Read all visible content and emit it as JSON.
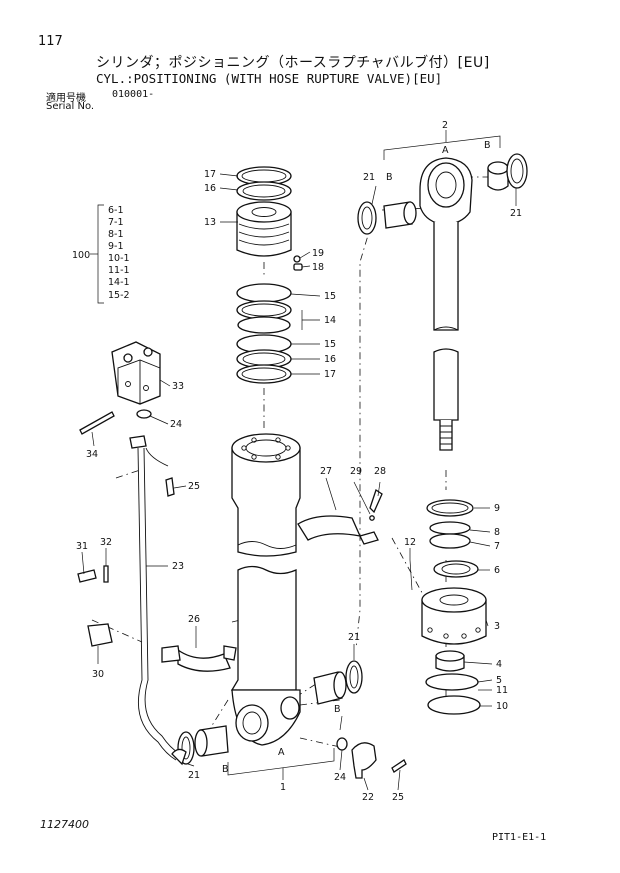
{
  "header": {
    "page_number": "117",
    "title_ja": "シリンダ；ポジショニング（ホースラプチャバルブ付）[EU]",
    "title_en": "CYL.:POSITIONING (WITH HOSE RUPTURE VALVE)[EU]",
    "serial_label_ja": "適用号機",
    "serial_value": "010001-",
    "serial_label_en": "Serial No."
  },
  "footer": {
    "drawing_number": "1127400",
    "page_code": "PIT1-E1-1"
  },
  "kit": {
    "label": "100",
    "items": [
      "6-1",
      "7-1",
      "8-1",
      "9-1",
      "10-1",
      "11-1",
      "14-1",
      "15-2"
    ]
  },
  "callouts": {
    "c2": "2",
    "cA_top": "A",
    "cB_top": "B",
    "c21_a": "21",
    "cB_left": "B",
    "c21_b": "21",
    "c17_a": "17",
    "c16_a": "16",
    "c13": "13",
    "c19": "19",
    "c18": "18",
    "c15_a": "15",
    "c14": "14",
    "c15_b": "15",
    "c16_b": "16",
    "c17_b": "17",
    "c33": "33",
    "c24_a": "24",
    "c34": "34",
    "c25_a": "25",
    "c27": "27",
    "c29": "29",
    "c28": "28",
    "c9": "9",
    "c8": "8",
    "c7": "7",
    "c12": "12",
    "c6": "6",
    "c31": "31",
    "c32": "32",
    "c23": "23",
    "c3": "3",
    "c26": "26",
    "c21_c": "21",
    "c4": "4",
    "c5": "5",
    "c11": "11",
    "c10": "10",
    "c30": "30",
    "cB_mid": "B",
    "c21_d": "21",
    "cA_bot": "A",
    "cB_bot": "B",
    "c1": "1",
    "c24_b": "24",
    "c22": "22",
    "c25_b": "25"
  }
}
